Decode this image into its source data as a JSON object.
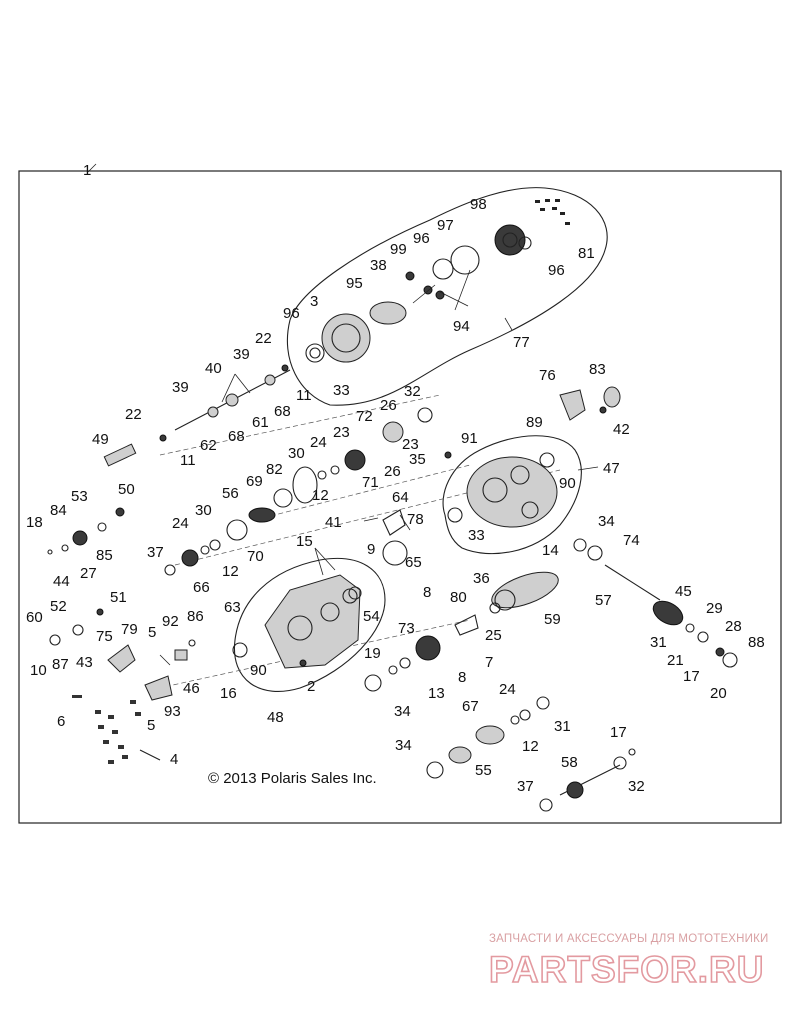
{
  "diagram": {
    "copyright": "© 2013 Polaris Sales Inc.",
    "watermark_caption": "ЗАПЧАСТИ И АКСЕССУАРЫ ДЛЯ МОТОТЕХНИКИ",
    "watermark_logo": "PARTSFOR.RU",
    "callouts": [
      "1",
      "98",
      "81",
      "96",
      "97",
      "99",
      "38",
      "96",
      "95",
      "3",
      "96",
      "33",
      "94",
      "77",
      "22",
      "39",
      "40",
      "11",
      "68",
      "61",
      "68",
      "39",
      "62",
      "11",
      "22",
      "49",
      "32",
      "26",
      "72",
      "23",
      "23",
      "26",
      "35",
      "24",
      "71",
      "12",
      "30",
      "82",
      "69",
      "56",
      "91",
      "89",
      "47",
      "90",
      "76",
      "83",
      "42",
      "33",
      "50",
      "53",
      "84",
      "18",
      "85",
      "27",
      "44",
      "24",
      "30",
      "12",
      "70",
      "37",
      "66",
      "41",
      "64",
      "78",
      "9",
      "65",
      "34",
      "74",
      "14",
      "15",
      "8",
      "54",
      "63",
      "60",
      "52",
      "51",
      "75",
      "87",
      "10",
      "43",
      "79",
      "5",
      "92",
      "86",
      "90",
      "16",
      "2",
      "48",
      "36",
      "59",
      "80",
      "25",
      "57",
      "45",
      "73",
      "7",
      "8",
      "19",
      "13",
      "34",
      "46",
      "93",
      "6",
      "5",
      "4",
      "29",
      "31",
      "28",
      "88",
      "21",
      "17",
      "20",
      "67",
      "24",
      "12",
      "31",
      "34",
      "55",
      "17",
      "58",
      "37",
      "32"
    ]
  }
}
